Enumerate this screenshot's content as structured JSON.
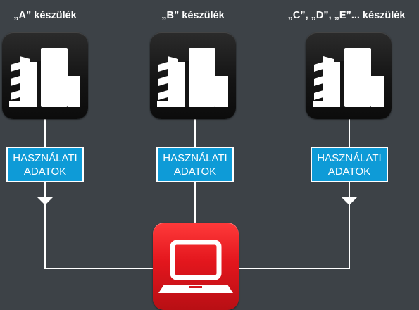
{
  "devices": [
    {
      "label": "„A” készülék",
      "usage_line1": "HASZNÁLATI",
      "usage_line2": "ADATOK"
    },
    {
      "label": "„B” készülék",
      "usage_line1": "HASZNÁLATI",
      "usage_line2": "ADATOK"
    },
    {
      "label": "„C”, „D”, „E”... készülék",
      "usage_line1": "HASZNÁLATI",
      "usage_line2": "ADATOK"
    }
  ],
  "colors": {
    "background": "#3d4247",
    "usage_box": "#0e9bd7",
    "laptop_tile": "#e3161d",
    "connector": "#ffffff"
  },
  "icons": {
    "device": "printer-icon",
    "hub": "laptop-icon",
    "flow": "arrow-down-icon"
  }
}
